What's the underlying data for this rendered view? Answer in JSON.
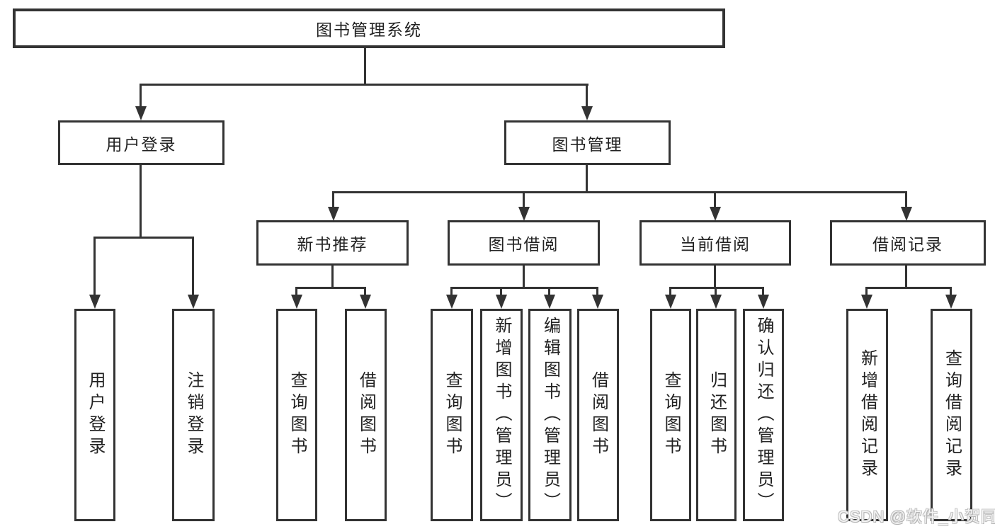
{
  "diagram": {
    "type": "tree",
    "root": {
      "label": "图书管理系统"
    },
    "level2": [
      {
        "label": "用户登录"
      },
      {
        "label": "图书管理"
      }
    ],
    "level3": [
      {
        "label": "新书推荐",
        "parent": "图书管理"
      },
      {
        "label": "图书借阅",
        "parent": "图书管理"
      },
      {
        "label": "当前借阅",
        "parent": "图书管理"
      },
      {
        "label": "借阅记录",
        "parent": "图书管理"
      }
    ],
    "leaves": [
      {
        "label": "用户登录",
        "parent": "用户登录"
      },
      {
        "label": "注销登录",
        "parent": "用户登录"
      },
      {
        "label": "查询图书",
        "parent": "新书推荐"
      },
      {
        "label": "借阅图书",
        "parent": "新书推荐"
      },
      {
        "label": "查询图书",
        "parent": "图书借阅"
      },
      {
        "label": "新增图书（管理员）",
        "parent": "图书借阅"
      },
      {
        "label": "编辑图书（管理员）",
        "parent": "图书借阅"
      },
      {
        "label": "借阅图书",
        "parent": "图书借阅"
      },
      {
        "label": "查询图书",
        "parent": "当前借阅"
      },
      {
        "label": "归还图书",
        "parent": "当前借阅"
      },
      {
        "label": "确认归还（管理员）",
        "parent": "当前借阅"
      },
      {
        "label": "新增借阅记录",
        "parent": "借阅记录"
      },
      {
        "label": "查询借阅记录",
        "parent": "借阅记录"
      }
    ]
  },
  "colors": {
    "line": "#333333",
    "text": "#222222",
    "background": "#ffffff",
    "watermark": "#c4c4c4"
  },
  "watermark": {
    "text": "CSDN @软件_小贺同学"
  }
}
